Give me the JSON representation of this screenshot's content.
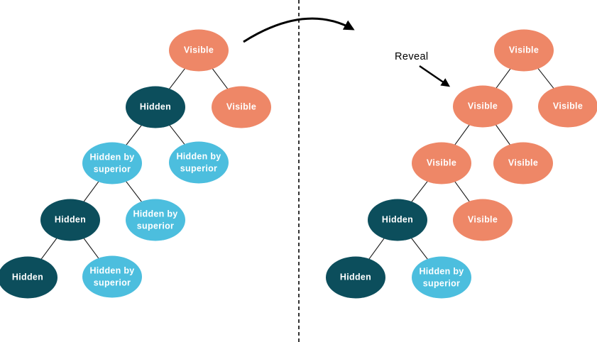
{
  "annotations": {
    "reveal_label": "Reveal"
  },
  "colors": {
    "visible": "#EE8767",
    "hidden": "#0C4E5C",
    "hidden_by_superior": "#4CBEDE",
    "node_text": "#FFFFFF",
    "edge": "#000000",
    "background": "#FFFFFF"
  },
  "trees": {
    "left": {
      "nodes": [
        {
          "label": "Visible",
          "state": "visible"
        },
        {
          "label": "Hidden",
          "state": "hidden"
        },
        {
          "label": "Visible",
          "state": "visible"
        },
        {
          "label": "Hidden by superior",
          "state": "hidden_by_superior"
        },
        {
          "label": "Hidden by superior",
          "state": "hidden_by_superior"
        },
        {
          "label": "Hidden",
          "state": "hidden"
        },
        {
          "label": "Hidden by superior",
          "state": "hidden_by_superior"
        },
        {
          "label": "Hidden",
          "state": "hidden"
        },
        {
          "label": "Hidden by superior",
          "state": "hidden_by_superior"
        }
      ]
    },
    "right": {
      "nodes": [
        {
          "label": "Visible",
          "state": "visible"
        },
        {
          "label": "Visible",
          "state": "visible"
        },
        {
          "label": "Visible",
          "state": "visible"
        },
        {
          "label": "Visible",
          "state": "visible"
        },
        {
          "label": "Visible",
          "state": "visible"
        },
        {
          "label": "Hidden",
          "state": "hidden"
        },
        {
          "label": "Visible",
          "state": "visible"
        },
        {
          "label": "Hidden",
          "state": "hidden"
        },
        {
          "label": "Hidden by superior",
          "state": "hidden_by_superior"
        }
      ]
    }
  }
}
